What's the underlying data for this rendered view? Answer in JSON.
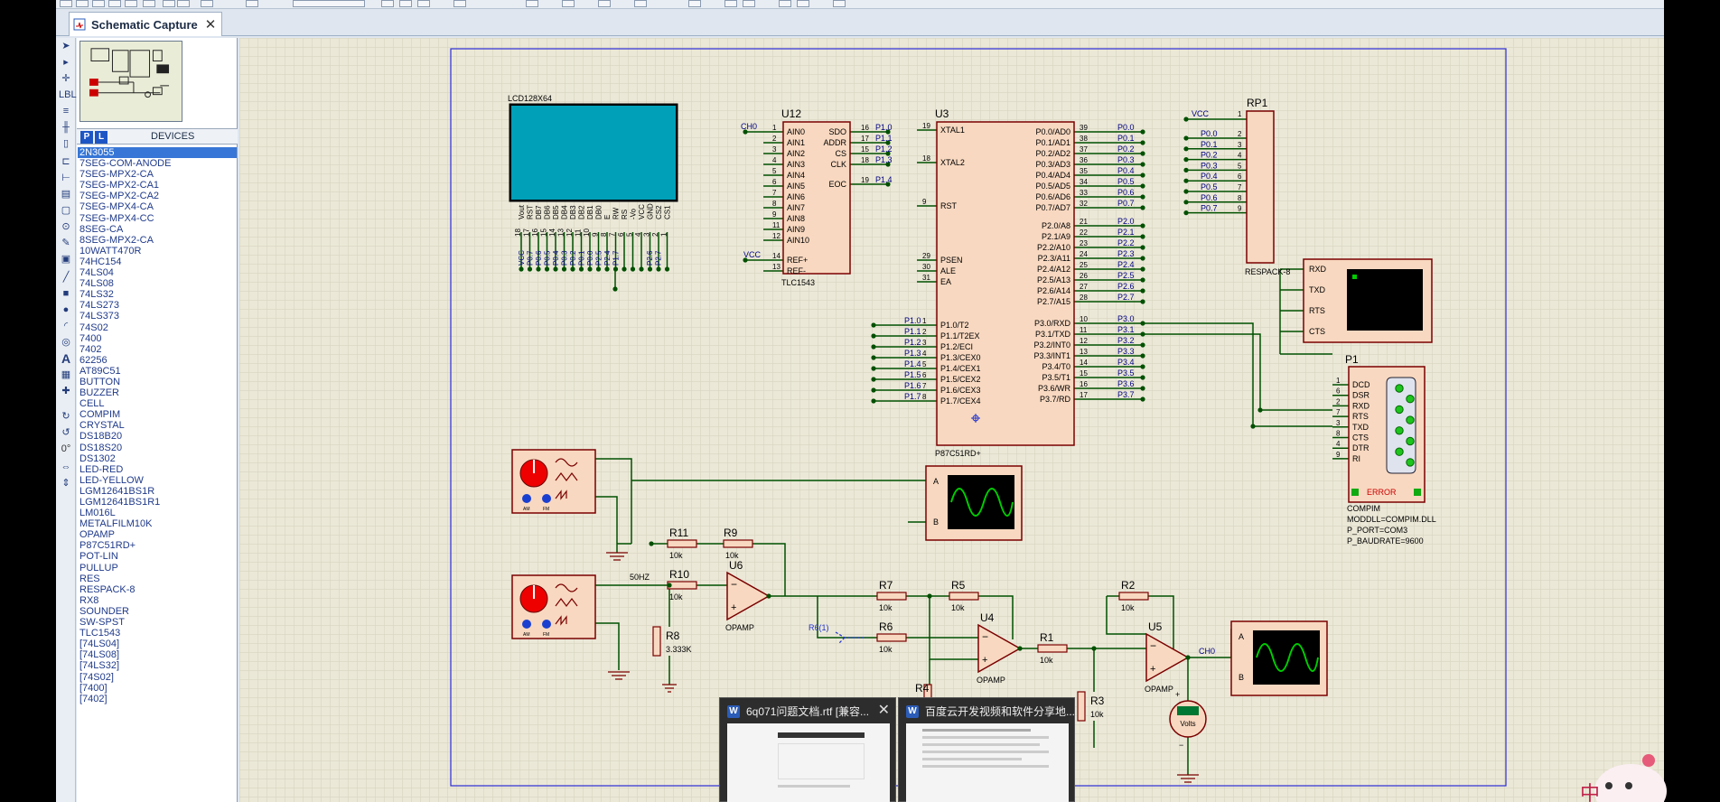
{
  "tab": {
    "title": "Schematic Capture",
    "close": "✕"
  },
  "panel": {
    "p_label": "P",
    "l_label": "L",
    "devices_title": "DEVICES",
    "devices": [
      "2N3055",
      "7SEG-COM-ANODE",
      "7SEG-MPX2-CA",
      "7SEG-MPX2-CA1",
      "7SEG-MPX2-CA2",
      "7SEG-MPX4-CA",
      "7SEG-MPX4-CC",
      "8SEG-CA",
      "8SEG-MPX2-CA",
      "10WATT470R",
      "74HC154",
      "74LS04",
      "74LS08",
      "74LS32",
      "74LS273",
      "74LS373",
      "74S02",
      "7400",
      "7402",
      "62256",
      "AT89C51",
      "BUTTON",
      "BUZZER",
      "CELL",
      "COMPIM",
      "CRYSTAL",
      "DS18B20",
      "DS18S20",
      "DS1302",
      "LED-RED",
      "LED-YELLOW",
      "LGM12641BS1R",
      "LGM12641BS1R1",
      "LM016L",
      "METALFILM10K",
      "OPAMP",
      "P87C51RD+",
      "POT-LIN",
      "PULLUP",
      "RES",
      "RESPACK-8",
      "RX8",
      "SOUNDER",
      "SW-SPST",
      "TLC1543",
      "[74LS04]",
      "[74LS08]",
      "[74LS32]",
      "[74S02]",
      "[7400]",
      "[7402]"
    ],
    "selected_index": 0,
    "rotation": "0°"
  },
  "schematic": {
    "lcd": {
      "name": "LCD128X64",
      "pins": [
        "Vout",
        "RST",
        "DB7",
        "DB6",
        "DB5",
        "DB4",
        "DB3",
        "DB2",
        "DB1",
        "DB0",
        "E",
        "RW",
        "RS",
        "-Vo",
        "VCC",
        "GND",
        "CS2",
        "CS1"
      ],
      "pin_numbers": [
        "18",
        "17",
        "16",
        "15",
        "14",
        "13",
        "12",
        "11",
        "10",
        "9",
        "8",
        "7",
        "6",
        "5",
        "4",
        "3",
        "2",
        "1"
      ],
      "nets": [
        "VCC",
        "P0.7",
        "P0.6",
        "P0.5",
        "P0.4",
        "P0.3",
        "P0.2",
        "P0.1",
        "P0.0",
        "P2.5",
        "P2.4",
        "P1.7",
        "P2.6",
        "P2.7"
      ]
    },
    "u12": {
      "ref": "U12",
      "part": "TLC1543",
      "left_pins": [
        "AIN0",
        "AIN1",
        "AIN2",
        "AIN3",
        "AIN4",
        "AIN5",
        "AIN6",
        "AIN7",
        "AIN8",
        "AIN9",
        "AIN10",
        "REF+",
        "REF-"
      ],
      "left_nums": [
        "1",
        "2",
        "3",
        "4",
        "5",
        "6",
        "7",
        "8",
        "9",
        "11",
        "12",
        "14",
        "13"
      ],
      "right_pins": [
        "SDO",
        "ADDR",
        "CS",
        "CLK",
        "EOC"
      ],
      "right_nums": [
        "16",
        "17",
        "15",
        "18",
        "19"
      ],
      "right_nets": [
        "P1.0",
        "P1.1",
        "P1.2",
        "P1.3",
        "P1.4"
      ],
      "ch_label": "CH0",
      "vcc_label": "VCC"
    },
    "u3": {
      "ref": "U3",
      "part": "P87C51RD+",
      "left_top": [
        "XTAL1",
        "XTAL2",
        "RST",
        "PSEN",
        "ALE",
        "EA"
      ],
      "left_top_nums": [
        "19",
        "18",
        "9",
        "29",
        "30",
        "31"
      ],
      "left_bottom": [
        "P1.0/T2",
        "P1.1/T2EX",
        "P1.2/ECI",
        "P1.3/CEX0",
        "P1.4/CEX1",
        "P1.5/CEX2",
        "P1.6/CEX3",
        "P1.7/CEX4"
      ],
      "left_bottom_nets": [
        "P1.0",
        "P1.1",
        "P1.2",
        "P1.3",
        "P1.4",
        "P1.5",
        "P1.6",
        "P1.7"
      ],
      "right_p0": [
        "P0.0/AD0",
        "P0.1/AD1",
        "P0.2/AD2",
        "P0.3/AD3",
        "P0.4/AD4",
        "P0.5/AD5",
        "P0.6/AD6",
        "P0.7/AD7"
      ],
      "right_p0_nums": [
        "39",
        "38",
        "37",
        "36",
        "35",
        "34",
        "33",
        "32"
      ],
      "right_p0_nets": [
        "P0.0",
        "P0.1",
        "P0.2",
        "P0.3",
        "P0.4",
        "P0.5",
        "P0.6",
        "P0.7"
      ],
      "right_p2": [
        "P2.0/A8",
        "P2.1/A9",
        "P2.2/A10",
        "P2.3/A11",
        "P2.4/A12",
        "P2.5/A13",
        "P2.6/A14",
        "P2.7/A15"
      ],
      "right_p2_nums": [
        "21",
        "22",
        "23",
        "24",
        "25",
        "26",
        "27",
        "28"
      ],
      "right_p2_nets": [
        "P2.0",
        "P2.1",
        "P2.2",
        "P2.3",
        "P2.4",
        "P2.5",
        "P2.6",
        "P2.7"
      ],
      "right_p3": [
        "P3.0/RXD",
        "P3.1/TXD",
        "P3.2/INT0",
        "P3.3/INT1",
        "P3.4/T0",
        "P3.5/T1",
        "P3.6/WR",
        "P3.7/RD"
      ],
      "right_p3_nums": [
        "10",
        "11",
        "12",
        "13",
        "14",
        "15",
        "16",
        "17"
      ],
      "right_p3_nets": [
        "P3.0",
        "P3.1",
        "P3.2",
        "P3.3",
        "P3.4",
        "P3.5",
        "P3.6",
        "P3.7"
      ]
    },
    "rp1": {
      "ref": "RP1",
      "part": "RESPACK-8",
      "vcc": "VCC",
      "nets": [
        "P0.0",
        "P0.1",
        "P0.2",
        "P0.3",
        "P0.4",
        "P0.5",
        "P0.6",
        "P0.7"
      ],
      "nums": [
        "1",
        "2",
        "3",
        "4",
        "5",
        "6",
        "7",
        "8",
        "9"
      ]
    },
    "terminal": {
      "pins": [
        "RXD",
        "TXD",
        "RTS",
        "CTS"
      ]
    },
    "p1": {
      "ref": "P1",
      "pins": [
        "DCD",
        "DSR",
        "RXD",
        "RTS",
        "TXD",
        "CTS",
        "DTR",
        "RI"
      ],
      "nums": [
        "1",
        "6",
        "2",
        "7",
        "3",
        "8",
        "4",
        "9"
      ],
      "error": "ERROR",
      "part": "COMPIM",
      "props": [
        "MODDLL=COMPIM.DLL",
        "P_PORT=COM3",
        "P_BAUDRATE=9600"
      ]
    },
    "signal_gens": [
      {
        "am": "AM",
        "fm": "FM"
      },
      {
        "am": "AM",
        "fm": "FM"
      }
    ],
    "freq_label": "50HZ",
    "resistors": [
      {
        "ref": "R11",
        "value": "10k"
      },
      {
        "ref": "R9",
        "value": "10k"
      },
      {
        "ref": "R10",
        "value": "10k"
      },
      {
        "ref": "R8",
        "value": "3.333K"
      },
      {
        "ref": "R7",
        "value": "10k"
      },
      {
        "ref": "R5",
        "value": "10k"
      },
      {
        "ref": "R6",
        "value": "10k"
      },
      {
        "ref": "R1",
        "value": "10k"
      },
      {
        "ref": "R2",
        "value": "10k"
      },
      {
        "ref": "R3",
        "value": "10k"
      },
      {
        "ref": "R4",
        "value": ""
      }
    ],
    "opamps": [
      {
        "ref": "U6",
        "part": "OPAMP"
      },
      {
        "ref": "U4",
        "part": "OPAMP"
      },
      {
        "ref": "U5",
        "part": "OPAMP"
      }
    ],
    "probe_label": "R6(1)",
    "scope_pins": [
      "A",
      "B"
    ],
    "ch0_label": "CH0",
    "voltmeter": {
      "label": "Volts",
      "plus": "+",
      "minus": "−"
    }
  },
  "taskbar": {
    "win1": {
      "title": "6q071问题文档.rtf [兼容...",
      "icon": "W"
    },
    "win2": {
      "title": "百度云开发视频和软件分享地...",
      "icon": "W"
    }
  },
  "ime": {
    "label": "中"
  },
  "colors": {
    "wire": "#005000",
    "component": "#7a0000",
    "body": "#f8d8c0",
    "lcd": "#00a0b8",
    "grid": "#d4d1bd",
    "canvas": "#ebe8d7",
    "label": "#000080"
  }
}
